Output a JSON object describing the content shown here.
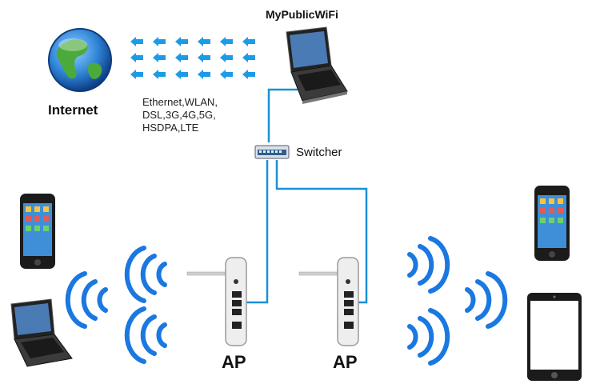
{
  "labels": {
    "title": "MyPublicWiFi",
    "internet": "Internet",
    "connection_types": "Ethernet,WLAN,\nDSL,3G,4G,5G,\nHSDPA,LTE",
    "switcher": "Switcher",
    "ap_left": "AP",
    "ap_right": "AP"
  },
  "colors": {
    "link": "#1a90d8",
    "wifi": "#1a78e0",
    "arrow": "#1e9be6",
    "globe_ocean": "#2f84d6",
    "globe_land": "#4caa3a"
  },
  "icons": [
    "globe-icon",
    "laptop-icon",
    "switch-icon",
    "router-icon",
    "smartphone-icon",
    "tablet-icon",
    "wifi-signal-icon",
    "arrow-left-icon"
  ]
}
